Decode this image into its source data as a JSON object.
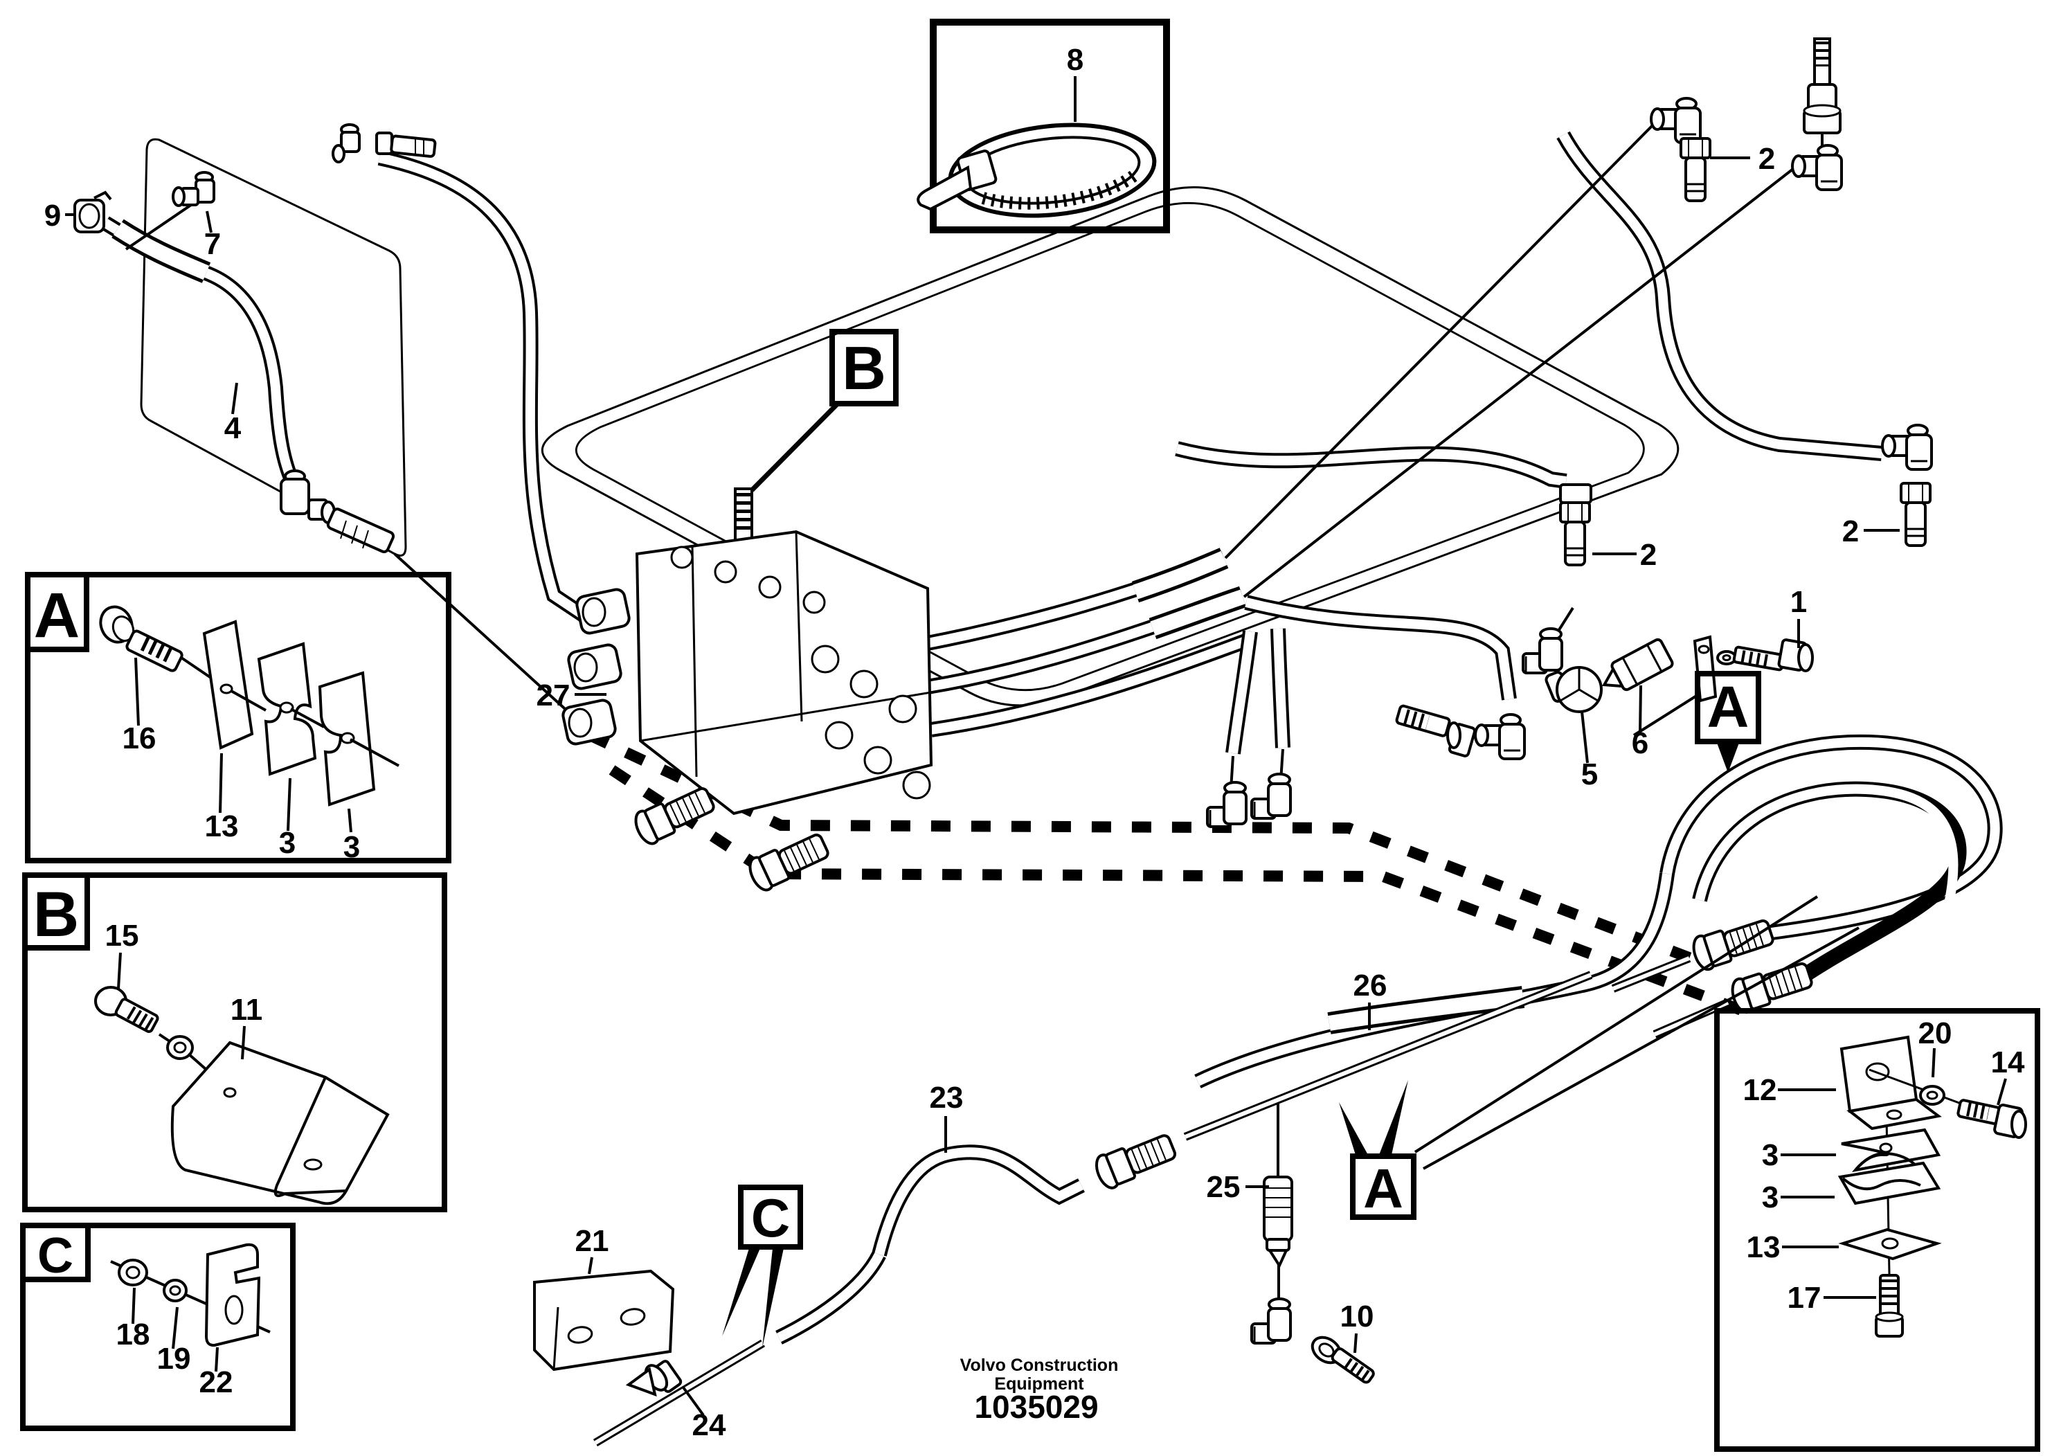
{
  "document": {
    "brand_line1": "Volvo Construction",
    "brand_line2": "Equipment",
    "doc_number": "1035029"
  },
  "colors": {
    "line": "#000000",
    "background": "#ffffff"
  },
  "ref_callouts": {
    "b": "B",
    "a_right": "A",
    "a_bottom": "A",
    "c": "C"
  },
  "detail_boxes": {
    "a": {
      "letter": "A",
      "l16": "16",
      "l13": "13",
      "l3a": "3",
      "l3b": "3"
    },
    "b": {
      "letter": "B",
      "l15": "15",
      "l11": "11"
    },
    "c": {
      "letter": "C",
      "l18": "18",
      "l19": "19",
      "l22": "22"
    },
    "clamp": {
      "l12": "12",
      "l20": "20",
      "l14": "14",
      "l3a": "3",
      "l3b": "3",
      "l13": "13",
      "l17": "17"
    },
    "cable_tie": {
      "l8": "8"
    }
  },
  "main_labels": {
    "l9": "9",
    "l7": "7",
    "l4": "4",
    "l27": "27",
    "l2a": "2",
    "l2b": "2",
    "l2c": "2",
    "l1": "1",
    "l5": "5",
    "l6": "6",
    "l26": "26",
    "l25": "25",
    "l23": "23",
    "l21": "21",
    "l24": "24",
    "l10": "10"
  }
}
